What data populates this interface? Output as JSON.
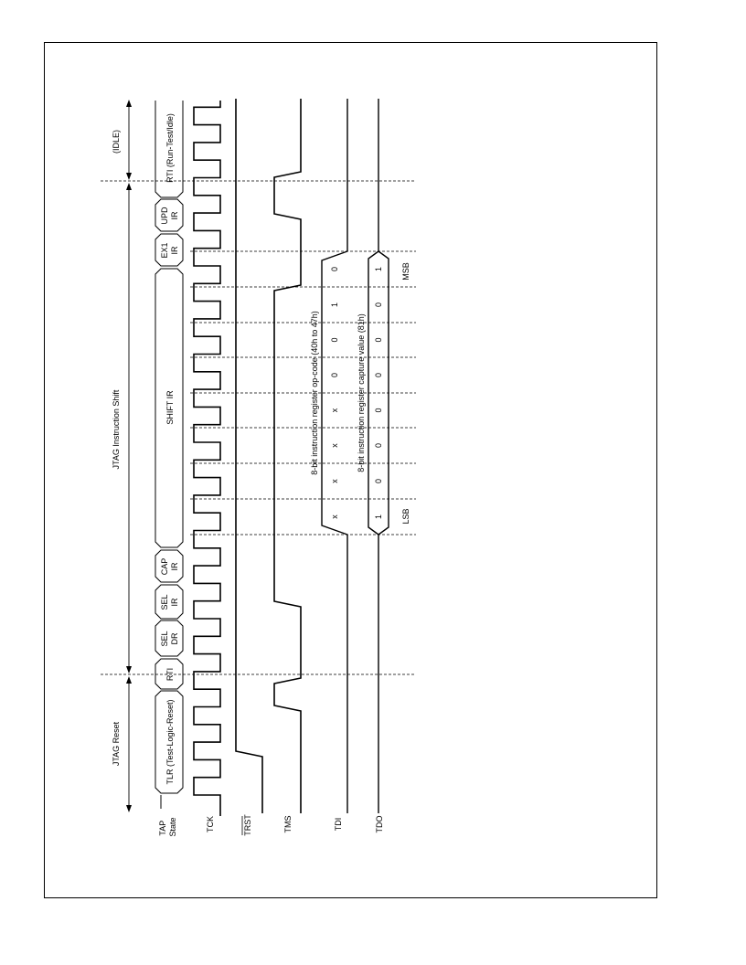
{
  "signals": {
    "tap_state": "TAP\nState",
    "tck": "TCK",
    "trst": "TRST",
    "tms": "TMS",
    "tdi": "TDI",
    "tdo": "TDO"
  },
  "phases": {
    "reset": "JTAG Reset",
    "shift": "JTAG Instruction Shift",
    "idle": "(IDLE)"
  },
  "states": {
    "tlr": "TLR (Test-Logic-Reset)",
    "rti": "RTI",
    "sel_dr": "SEL\nDR",
    "sel_ir": "SEL\nIR",
    "cap_ir": "CAP\nIR",
    "shift_ir": "SHIFT IR",
    "ex1_ir": "EX1\nIR",
    "upd_ir": "UPD\nIR",
    "rti_idle": "RTI (Run-Test/Idle)"
  },
  "tdi": {
    "label": "8-bit instruction register op-code (40h to 47h)",
    "bits": [
      "x",
      "x",
      "x",
      "x",
      "0",
      "0",
      "1",
      "0"
    ]
  },
  "tdo": {
    "label": "8-bit instruction register capture value (81h)",
    "bits": [
      "1",
      "0",
      "0",
      "0",
      "0",
      "0",
      "0",
      "1"
    ]
  },
  "markers": {
    "lsb": "LSB",
    "msb": "MSB"
  }
}
